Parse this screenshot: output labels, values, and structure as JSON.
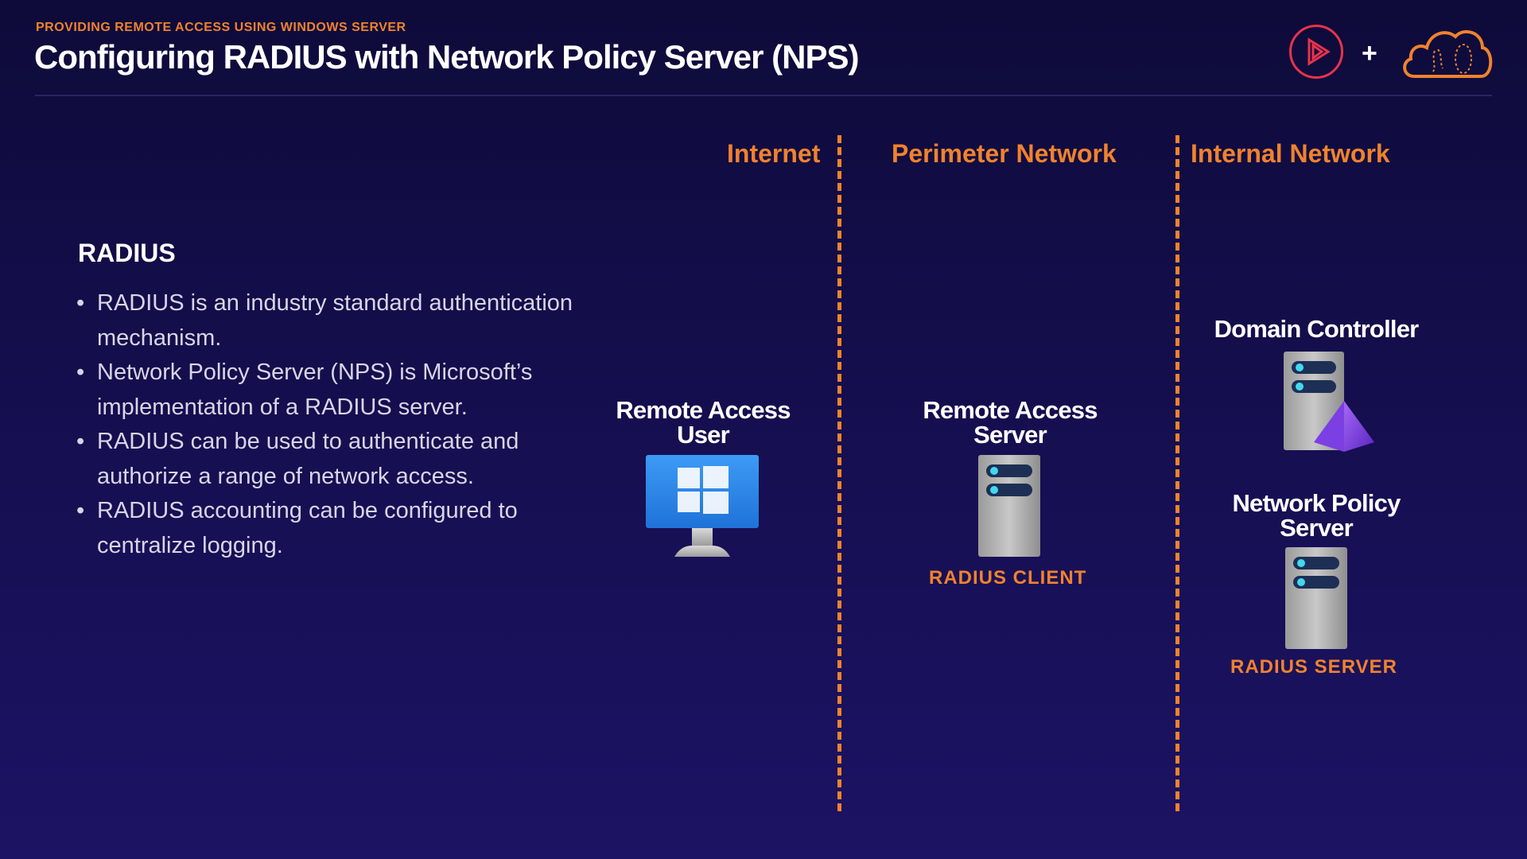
{
  "header": {
    "kicker": "PROVIDING REMOTE ACCESS USING WINDOWS SERVER",
    "title": "Configuring RADIUS with Network Policy Server (NPS)",
    "plus": "+"
  },
  "sections": {
    "internet": "Internet",
    "perimeter": "Perimeter Network",
    "internal": "Internal Network"
  },
  "radius": {
    "heading": "RADIUS",
    "bullet_marker": "•",
    "bullets": [
      "RADIUS is an industry standard authentication mechanism.",
      "Network Policy Server (NPS) is Microsoft’s implementation of a RADIUS server.",
      "RADIUS can be used to authenticate and authorize a range of network access.",
      "RADIUS accounting can be configured to centralize logging."
    ]
  },
  "nodes": {
    "remote_user": {
      "label_line1": "Remote Access",
      "label_line2": "User",
      "icon": "windows-desktop-icon"
    },
    "ras": {
      "label_line1": "Remote Access",
      "label_line2": "Server",
      "role": "RADIUS CLIENT",
      "icon": "server-icon"
    },
    "dc": {
      "label": "Domain Controller",
      "icon": "domain-controller-server-icon"
    },
    "nps": {
      "label_line1": "Network Policy",
      "label_line2": "Server",
      "role": "RADIUS SERVER",
      "icon": "server-icon"
    }
  },
  "colors": {
    "accent_orange": "#f0822d",
    "background": "#140e4a",
    "logo_red": "#e8334a",
    "windows_blue": "#2b88f0",
    "ad_purple": "#7b3fe4"
  }
}
